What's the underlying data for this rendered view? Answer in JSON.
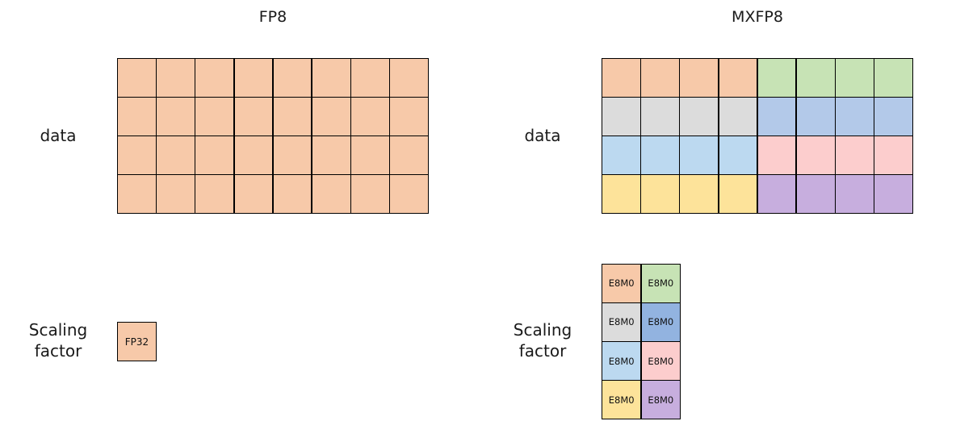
{
  "palette": {
    "peach": "#f7c9a9",
    "green": "#c7e3b5",
    "grey": "#dcdcdc",
    "blue_light": "#b3c9e9",
    "blue_pale": "#bcd9f0",
    "blue_strong": "#92b3e0",
    "pink": "#fccdcd",
    "yellow": "#fde39a",
    "purple": "#c7aede",
    "border": "#000000",
    "background": "#ffffff",
    "text": "#1a1a1a"
  },
  "panels": [
    {
      "id": "fp8",
      "title": "FP8",
      "data_label": "data",
      "scale_label_lines": [
        "Scaling",
        "factor"
      ],
      "data_grid": {
        "rows": 4,
        "cols": 8,
        "cells": [
          [
            {
              "color": "#f7c9a9",
              "text": ""
            },
            {
              "color": "#f7c9a9",
              "text": ""
            },
            {
              "color": "#f7c9a9",
              "text": ""
            },
            {
              "color": "#f7c9a9",
              "text": ""
            },
            {
              "color": "#f7c9a9",
              "text": ""
            },
            {
              "color": "#f7c9a9",
              "text": ""
            },
            {
              "color": "#f7c9a9",
              "text": ""
            },
            {
              "color": "#f7c9a9",
              "text": ""
            }
          ],
          [
            {
              "color": "#f7c9a9",
              "text": ""
            },
            {
              "color": "#f7c9a9",
              "text": ""
            },
            {
              "color": "#f7c9a9",
              "text": ""
            },
            {
              "color": "#f7c9a9",
              "text": ""
            },
            {
              "color": "#f7c9a9",
              "text": ""
            },
            {
              "color": "#f7c9a9",
              "text": ""
            },
            {
              "color": "#f7c9a9",
              "text": ""
            },
            {
              "color": "#f7c9a9",
              "text": ""
            }
          ],
          [
            {
              "color": "#f7c9a9",
              "text": ""
            },
            {
              "color": "#f7c9a9",
              "text": ""
            },
            {
              "color": "#f7c9a9",
              "text": ""
            },
            {
              "color": "#f7c9a9",
              "text": ""
            },
            {
              "color": "#f7c9a9",
              "text": ""
            },
            {
              "color": "#f7c9a9",
              "text": ""
            },
            {
              "color": "#f7c9a9",
              "text": ""
            },
            {
              "color": "#f7c9a9",
              "text": ""
            }
          ],
          [
            {
              "color": "#f7c9a9",
              "text": ""
            },
            {
              "color": "#f7c9a9",
              "text": ""
            },
            {
              "color": "#f7c9a9",
              "text": ""
            },
            {
              "color": "#f7c9a9",
              "text": ""
            },
            {
              "color": "#f7c9a9",
              "text": ""
            },
            {
              "color": "#f7c9a9",
              "text": ""
            },
            {
              "color": "#f7c9a9",
              "text": ""
            },
            {
              "color": "#f7c9a9",
              "text": ""
            }
          ]
        ]
      },
      "scale_grid": {
        "rows": 1,
        "cols": 1,
        "cells": [
          [
            {
              "color": "#f7c9a9",
              "text": "FP32"
            }
          ]
        ]
      }
    },
    {
      "id": "mxfp8",
      "title": "MXFP8",
      "data_label": "data",
      "scale_label_lines": [
        "Scaling",
        "factor"
      ],
      "data_grid": {
        "rows": 4,
        "cols": 8,
        "cells": [
          [
            {
              "color": "#f7c9a9",
              "text": ""
            },
            {
              "color": "#f7c9a9",
              "text": ""
            },
            {
              "color": "#f7c9a9",
              "text": ""
            },
            {
              "color": "#f7c9a9",
              "text": ""
            },
            {
              "color": "#c7e3b5",
              "text": ""
            },
            {
              "color": "#c7e3b5",
              "text": ""
            },
            {
              "color": "#c7e3b5",
              "text": ""
            },
            {
              "color": "#c7e3b5",
              "text": ""
            }
          ],
          [
            {
              "color": "#dcdcdc",
              "text": ""
            },
            {
              "color": "#dcdcdc",
              "text": ""
            },
            {
              "color": "#dcdcdc",
              "text": ""
            },
            {
              "color": "#dcdcdc",
              "text": ""
            },
            {
              "color": "#b3c9e9",
              "text": ""
            },
            {
              "color": "#b3c9e9",
              "text": ""
            },
            {
              "color": "#b3c9e9",
              "text": ""
            },
            {
              "color": "#b3c9e9",
              "text": ""
            }
          ],
          [
            {
              "color": "#bcd9f0",
              "text": ""
            },
            {
              "color": "#bcd9f0",
              "text": ""
            },
            {
              "color": "#bcd9f0",
              "text": ""
            },
            {
              "color": "#bcd9f0",
              "text": ""
            },
            {
              "color": "#fccdcd",
              "text": ""
            },
            {
              "color": "#fccdcd",
              "text": ""
            },
            {
              "color": "#fccdcd",
              "text": ""
            },
            {
              "color": "#fccdcd",
              "text": ""
            }
          ],
          [
            {
              "color": "#fde39a",
              "text": ""
            },
            {
              "color": "#fde39a",
              "text": ""
            },
            {
              "color": "#fde39a",
              "text": ""
            },
            {
              "color": "#fde39a",
              "text": ""
            },
            {
              "color": "#c7aede",
              "text": ""
            },
            {
              "color": "#c7aede",
              "text": ""
            },
            {
              "color": "#c7aede",
              "text": ""
            },
            {
              "color": "#c7aede",
              "text": ""
            }
          ]
        ]
      },
      "scale_grid": {
        "rows": 4,
        "cols": 2,
        "cells": [
          [
            {
              "color": "#f7c9a9",
              "text": "E8M0"
            },
            {
              "color": "#c7e3b5",
              "text": "E8M0"
            }
          ],
          [
            {
              "color": "#dcdcdc",
              "text": "E8M0"
            },
            {
              "color": "#92b3e0",
              "text": "E8M0"
            }
          ],
          [
            {
              "color": "#bcd9f0",
              "text": "E8M0"
            },
            {
              "color": "#fccdcd",
              "text": "E8M0"
            }
          ],
          [
            {
              "color": "#fde39a",
              "text": "E8M0"
            },
            {
              "color": "#c7aede",
              "text": "E8M0"
            }
          ]
        ]
      }
    }
  ]
}
